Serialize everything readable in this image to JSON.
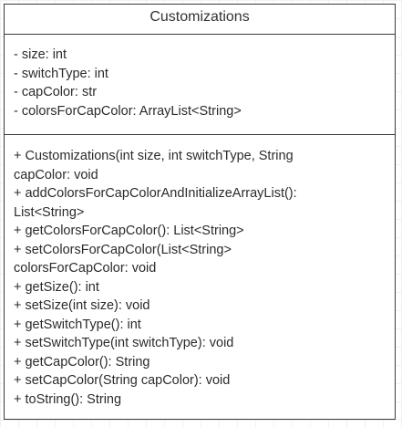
{
  "class_box": {
    "title": "Customizations",
    "attributes": [
      "- size: int",
      "- switchType: int",
      "- capColor: str",
      "- colorsForCapColor: ArrayList<String>"
    ],
    "operations": [
      "+ Customizations(int size, int switchType, String",
      "capColor: void",
      "+ addColorsForCapColorAndInitializeArrayList():",
      "List<String>",
      "+ getColorsForCapColor(): List<String>",
      "+ setColorsForCapColor(List<String>",
      "colorsForCapColor: void",
      "+ getSize(): int",
      "+ setSize(int size): void",
      "+ getSwitchType(): int",
      "+ setSwitchType(int switchType): void",
      "+ getCapColor(): String",
      "+ setCapColor(String capColor): void",
      "+ toString(): String"
    ]
  }
}
